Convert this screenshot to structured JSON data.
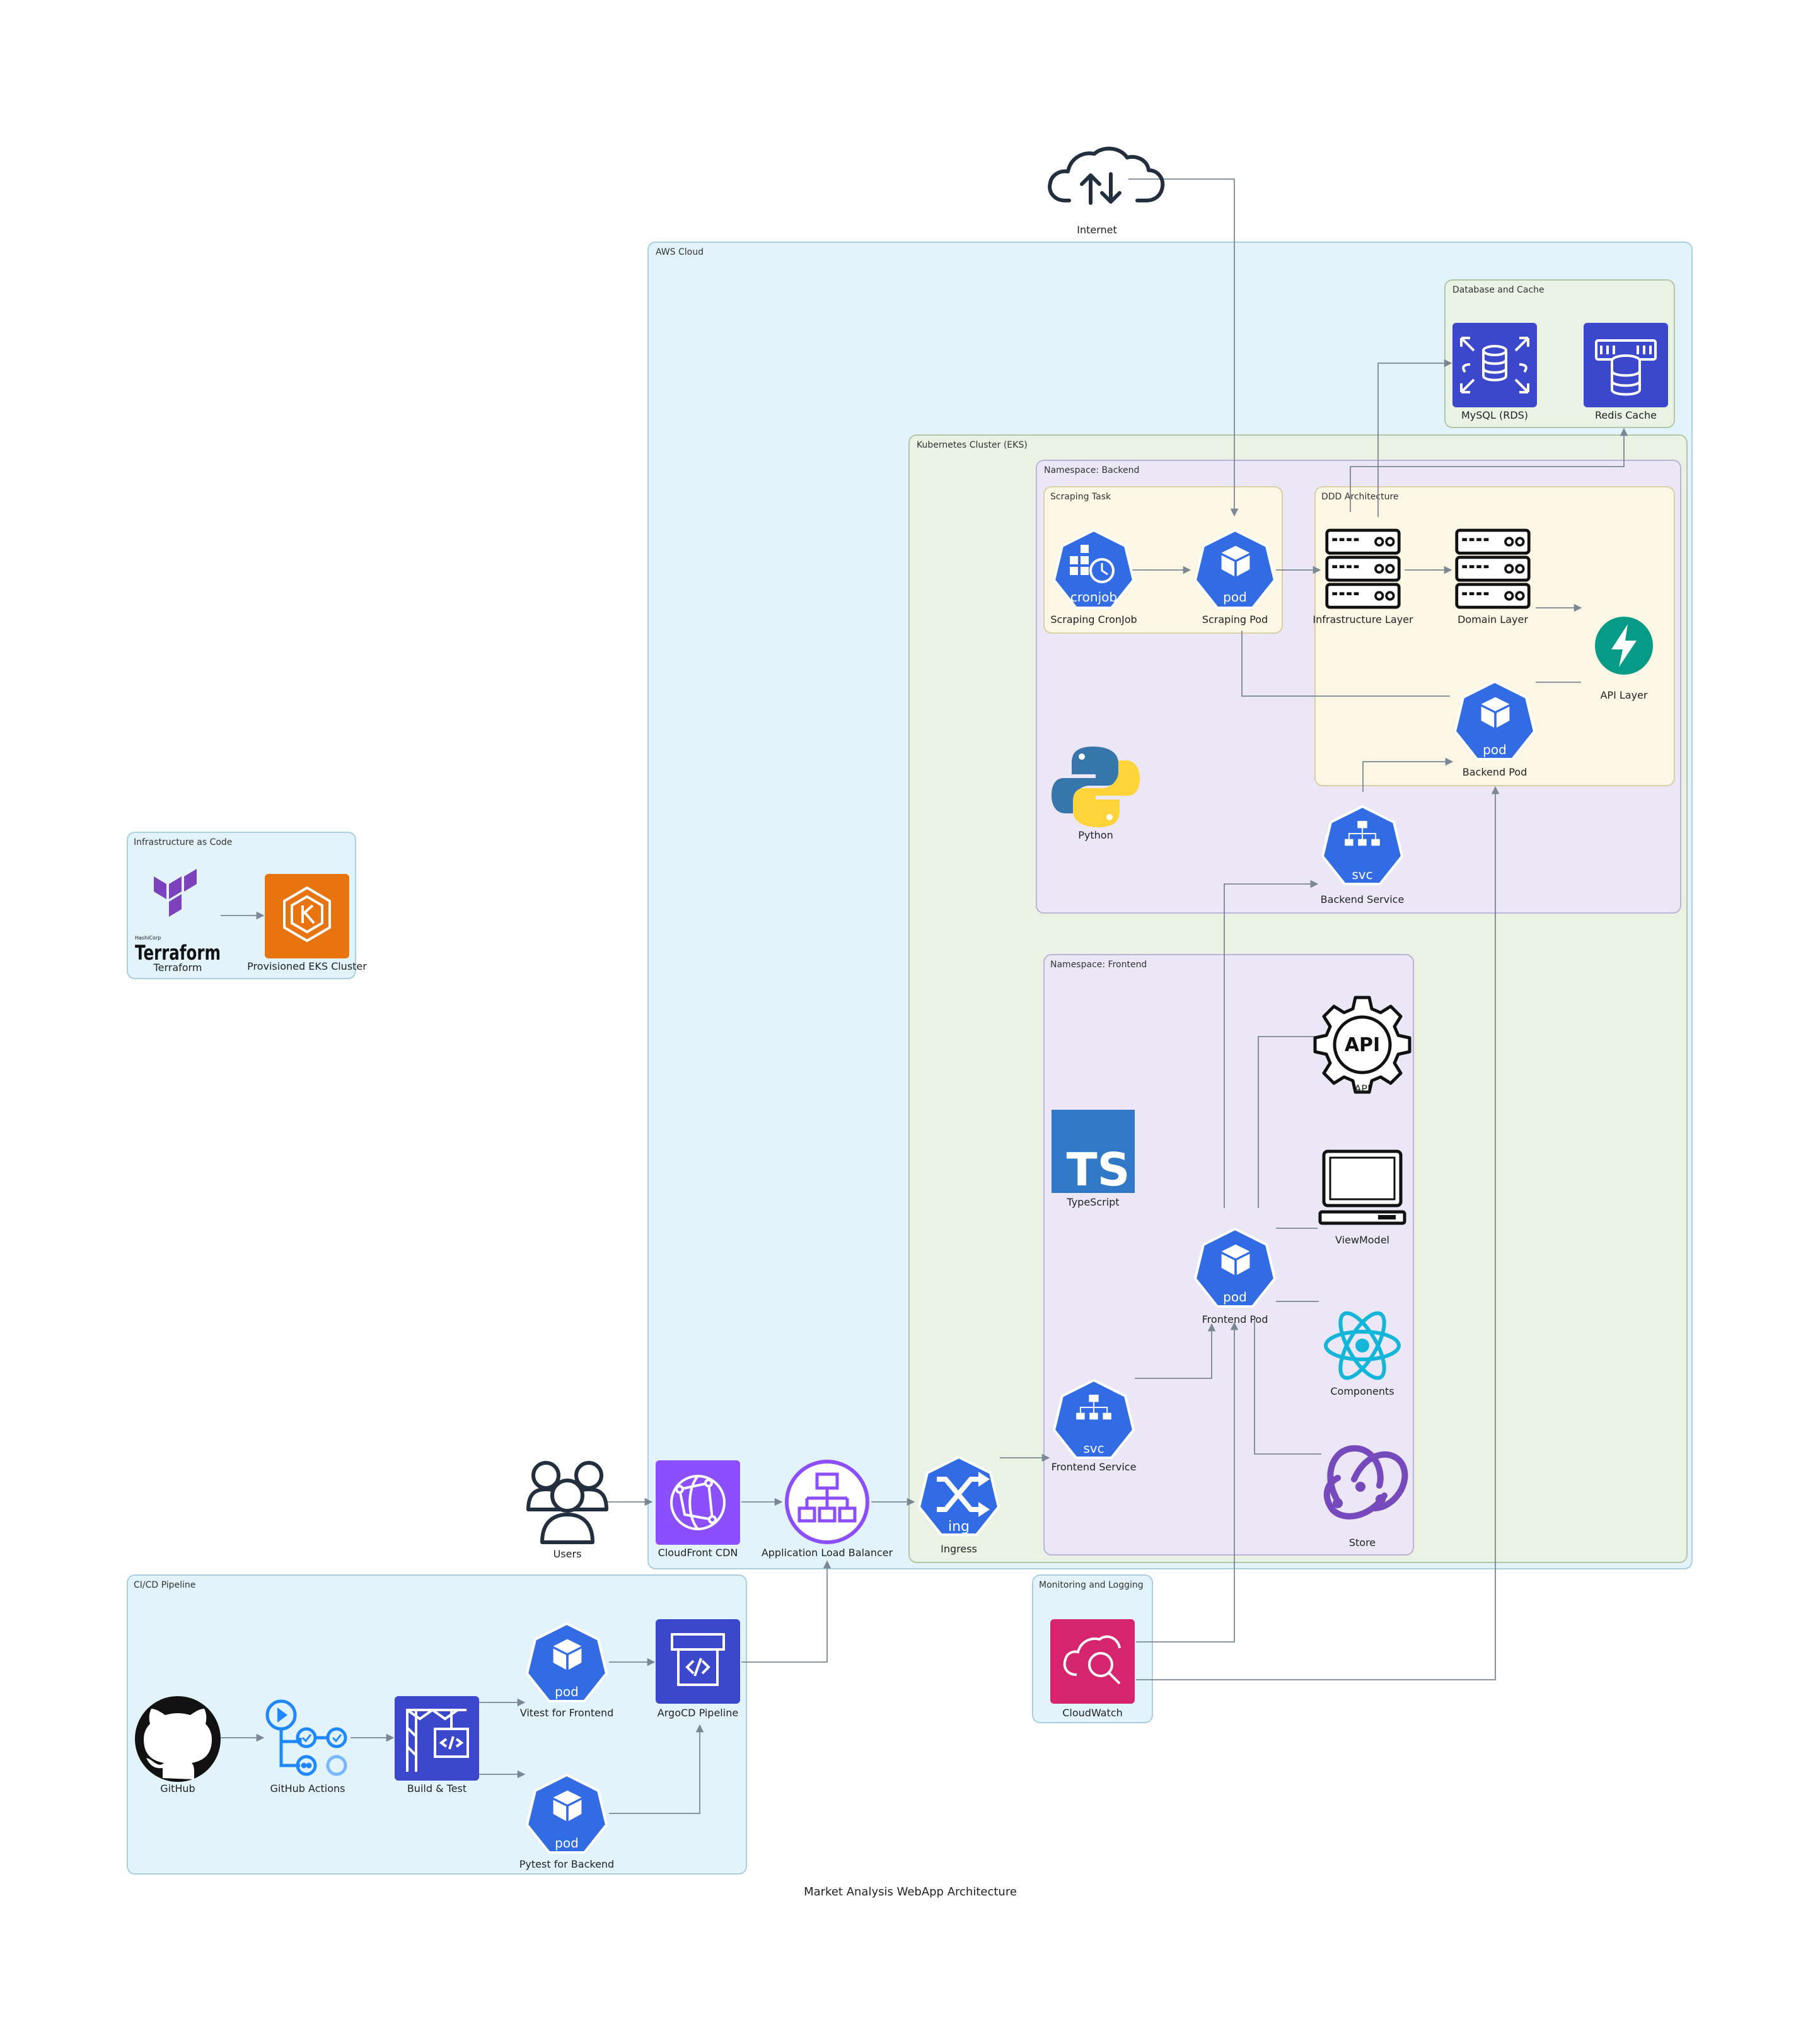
{
  "title": "Market Analysis WebApp Architecture",
  "clusters": {
    "aws": "AWS Cloud",
    "db": "Database and Cache",
    "k8s": "Kubernetes Cluster (EKS)",
    "backend": "Namespace: Backend",
    "scraping": "Scraping Task",
    "ddd": "DDD Architecture",
    "frontend": "Namespace: Frontend",
    "iac": "Infrastructure as Code",
    "cicd": "CI/CD Pipeline",
    "monitoring": "Monitoring and Logging"
  },
  "nodes": {
    "internet": "Internet",
    "mysql": "MySQL (RDS)",
    "redis": "Redis Cache",
    "cronjob": "Scraping CronJob",
    "scraping_pod": "Scraping Pod",
    "infra_layer": "Infrastructure Layer",
    "domain_layer": "Domain Layer",
    "api_layer": "API Layer",
    "backend_pod": "Backend Pod",
    "python": "Python",
    "backend_service": "Backend Service",
    "api": "API",
    "typescript": "TypeScript",
    "viewmodel": "ViewModel",
    "frontend_pod": "Frontend Pod",
    "components": "Components",
    "frontend_service": "Frontend Service",
    "store": "Store",
    "users": "Users",
    "cloudfront": "CloudFront CDN",
    "alb": "Application Load Balancer",
    "ingress": "Ingress",
    "terraform": "Terraform",
    "eks": "Provisioned EKS Cluster",
    "github": "GitHub",
    "github_actions": "GitHub Actions",
    "build_test": "Build & Test",
    "vitest": "Vitest for Frontend",
    "pytest": "Pytest for Backend",
    "argocd": "ArgoCD Pipeline",
    "cloudwatch": "CloudWatch"
  },
  "badges": {
    "cronjob": "cronjob",
    "pod": "pod",
    "svc": "svc",
    "ing": "ing",
    "api": "API",
    "ts": "TS",
    "terraform_brand": "Terraform",
    "hashicorp": "HashiCorp"
  },
  "colors": {
    "aws_bg": "#e2f3fb",
    "k8s_bg": "#eaf2e4",
    "ns_bg": "#ebe7f6",
    "task_bg": "#fbf7e4",
    "k8s_blue": "#326ce5",
    "aws_purple": "#3b48cc",
    "cloudfront": "#8c4fff",
    "orange": "#e7740f",
    "cloudwatch": "#d6246e",
    "fastapi": "#059b87",
    "ts_blue": "#3178c6",
    "react": "#13b6d8",
    "redux": "#764abc",
    "terraform": "#7b42bc",
    "edge": "#7b8794"
  },
  "icons": {
    "internet": "cloud-upload-download-icon",
    "mysql": "rds-database-icon",
    "redis": "elasticache-redis-icon",
    "infra": "server-rack-icon",
    "api_layer": "fastapi-bolt-icon",
    "python": "python-logo-icon",
    "api": "api-gear-icon",
    "viewmodel": "laptop-icon",
    "components": "react-atom-icon",
    "store": "redux-store-icon",
    "users": "users-group-icon",
    "cloudfront": "cloudfront-globe-icon",
    "alb": "load-balancer-icon",
    "ingress": "ingress-shuffle-icon",
    "terraform": "terraform-logo-icon",
    "eks": "eks-cluster-icon",
    "github": "github-octocat-icon",
    "github_actions": "github-actions-workflow-icon",
    "build": "codebuild-crane-icon",
    "argocd": "codepipeline-icon",
    "cloudwatch": "cloudwatch-search-icon"
  }
}
